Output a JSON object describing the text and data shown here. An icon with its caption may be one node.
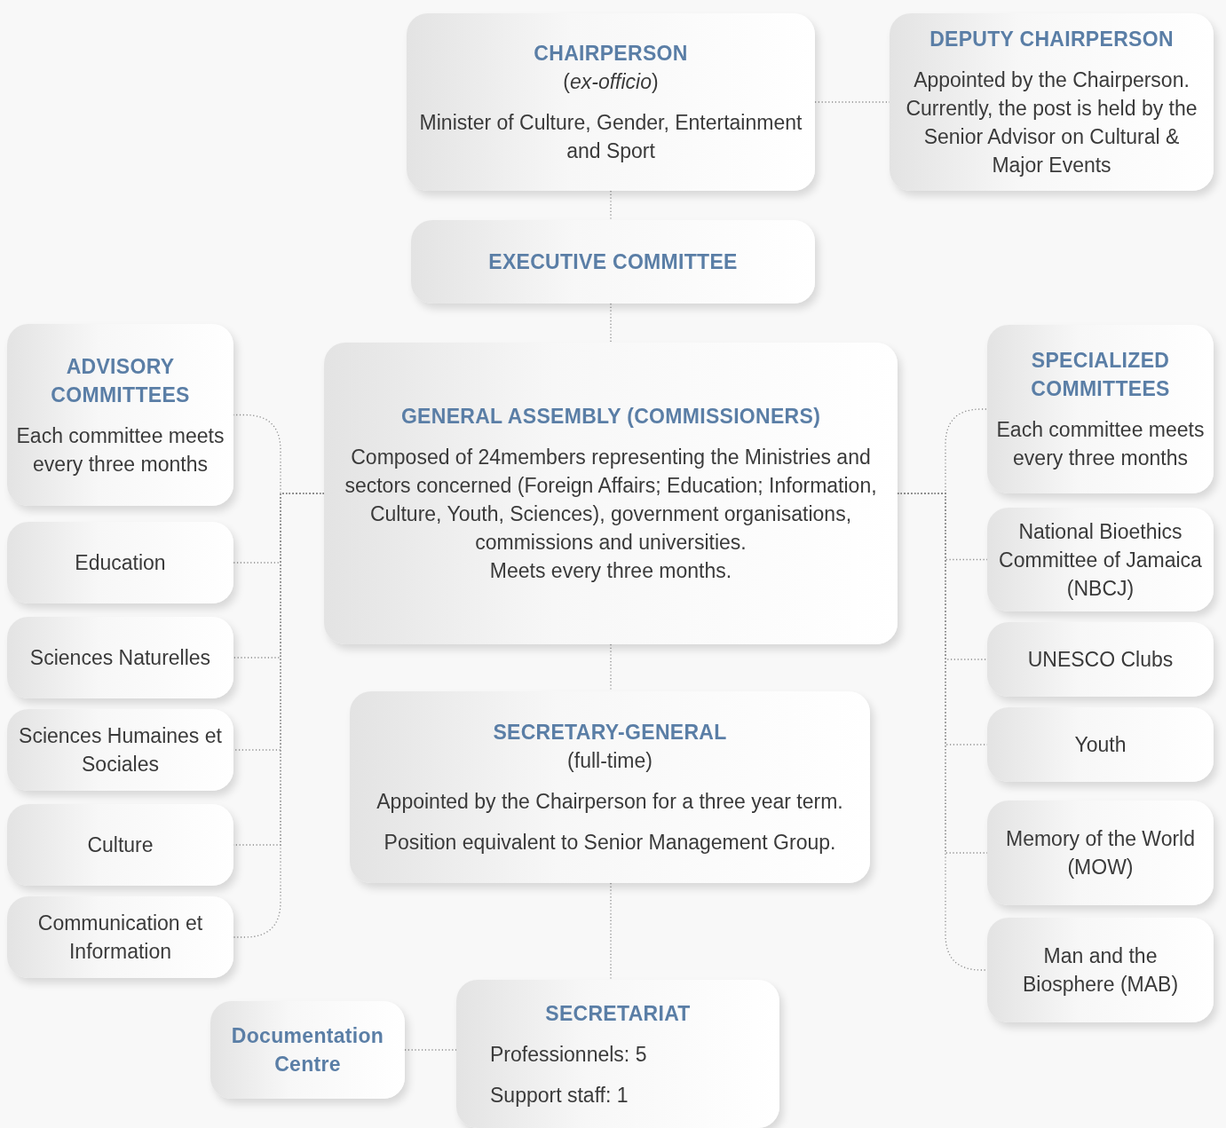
{
  "diagram": {
    "nodes": [
      {
        "text": [
          "CHAIRPERSON",
          "(*ex-officio*)",
          "Minister of Culture, Gender, Entertainment and Sport"
        ]
      },
      {
        "text": [
          "DEPUTY CHAIRPERSON",
          "Appointed by the Chairperson. Currently, the post is held by the Senior Advisor on Cultural & Major Events"
        ]
      },
      {
        "text": [
          "EXECUTIVE COMMITTEE"
        ]
      },
      {
        "text": [
          "ADVISORY COMMITTEES",
          "Each committee meets every three months"
        ]
      },
      {
        "text": [
          "GENERAL ASSEMBLY (COMMISSIONERS)",
          "Composed of 24members representing the Ministries and sectors concerned (Foreign Affairs; Education; Information, Culture, Youth, Sciences), government organisations, commissions and universities.",
          "Meets every three months."
        ]
      },
      {
        "text": [
          "SPECIALIZED COMMITTEES",
          "Each committee meets every three months"
        ]
      },
      {
        "text": [
          "Education"
        ]
      },
      {
        "text": [
          "Sciences Naturelles"
        ]
      },
      {
        "text": [
          "Sciences Humaines et Sociales"
        ]
      },
      {
        "text": [
          "Culture"
        ]
      },
      {
        "text": [
          "Communication et Information"
        ]
      },
      {
        "text": [
          "National Bioethics Committee of Jamaica (NBCJ)"
        ]
      },
      {
        "text": [
          "UNESCO Clubs"
        ]
      },
      {
        "text": [
          "Youth"
        ]
      },
      {
        "text": [
          "Memory of the World (MOW)"
        ]
      },
      {
        "text": [
          "Man and the Biosphere (MAB)"
        ]
      },
      {
        "text": [
          "SECRETARY-GENERAL",
          "(full-time)",
          "Appointed by the Chairperson for a three year term.",
          "Position equivalent to Senior Management Group."
        ]
      },
      {
        "text": [
          "Documentation Centre"
        ]
      },
      {
        "text": [
          "SECRETARIAT",
          "Professionnels: 5",
          "Support staff: 1"
        ]
      }
    ],
    "edges": [
      {
        "from": 0,
        "to": 1,
        "arrow": "none"
      },
      {
        "from": 0,
        "to": 2,
        "arrow": "none"
      },
      {
        "from": 2,
        "to": 4,
        "arrow": "none"
      },
      {
        "from": 4,
        "to": 3,
        "arrow": "none"
      },
      {
        "from": 4,
        "to": 6,
        "arrow": "none"
      },
      {
        "from": 4,
        "to": 7,
        "arrow": "none"
      },
      {
        "from": 4,
        "to": 8,
        "arrow": "none"
      },
      {
        "from": 4,
        "to": 9,
        "arrow": "none"
      },
      {
        "from": 4,
        "to": 10,
        "arrow": "none"
      },
      {
        "from": 4,
        "to": 5,
        "arrow": "none"
      },
      {
        "from": 4,
        "to": 11,
        "arrow": "none"
      },
      {
        "from": 4,
        "to": 12,
        "arrow": "none"
      },
      {
        "from": 4,
        "to": 13,
        "arrow": "none"
      },
      {
        "from": 4,
        "to": 14,
        "arrow": "none"
      },
      {
        "from": 4,
        "to": 15,
        "arrow": "none"
      },
      {
        "from": 4,
        "to": 16,
        "arrow": "none"
      },
      {
        "from": 16,
        "to": 18,
        "arrow": "none"
      },
      {
        "from": 17,
        "to": 18,
        "arrow": "none"
      }
    ]
  }
}
